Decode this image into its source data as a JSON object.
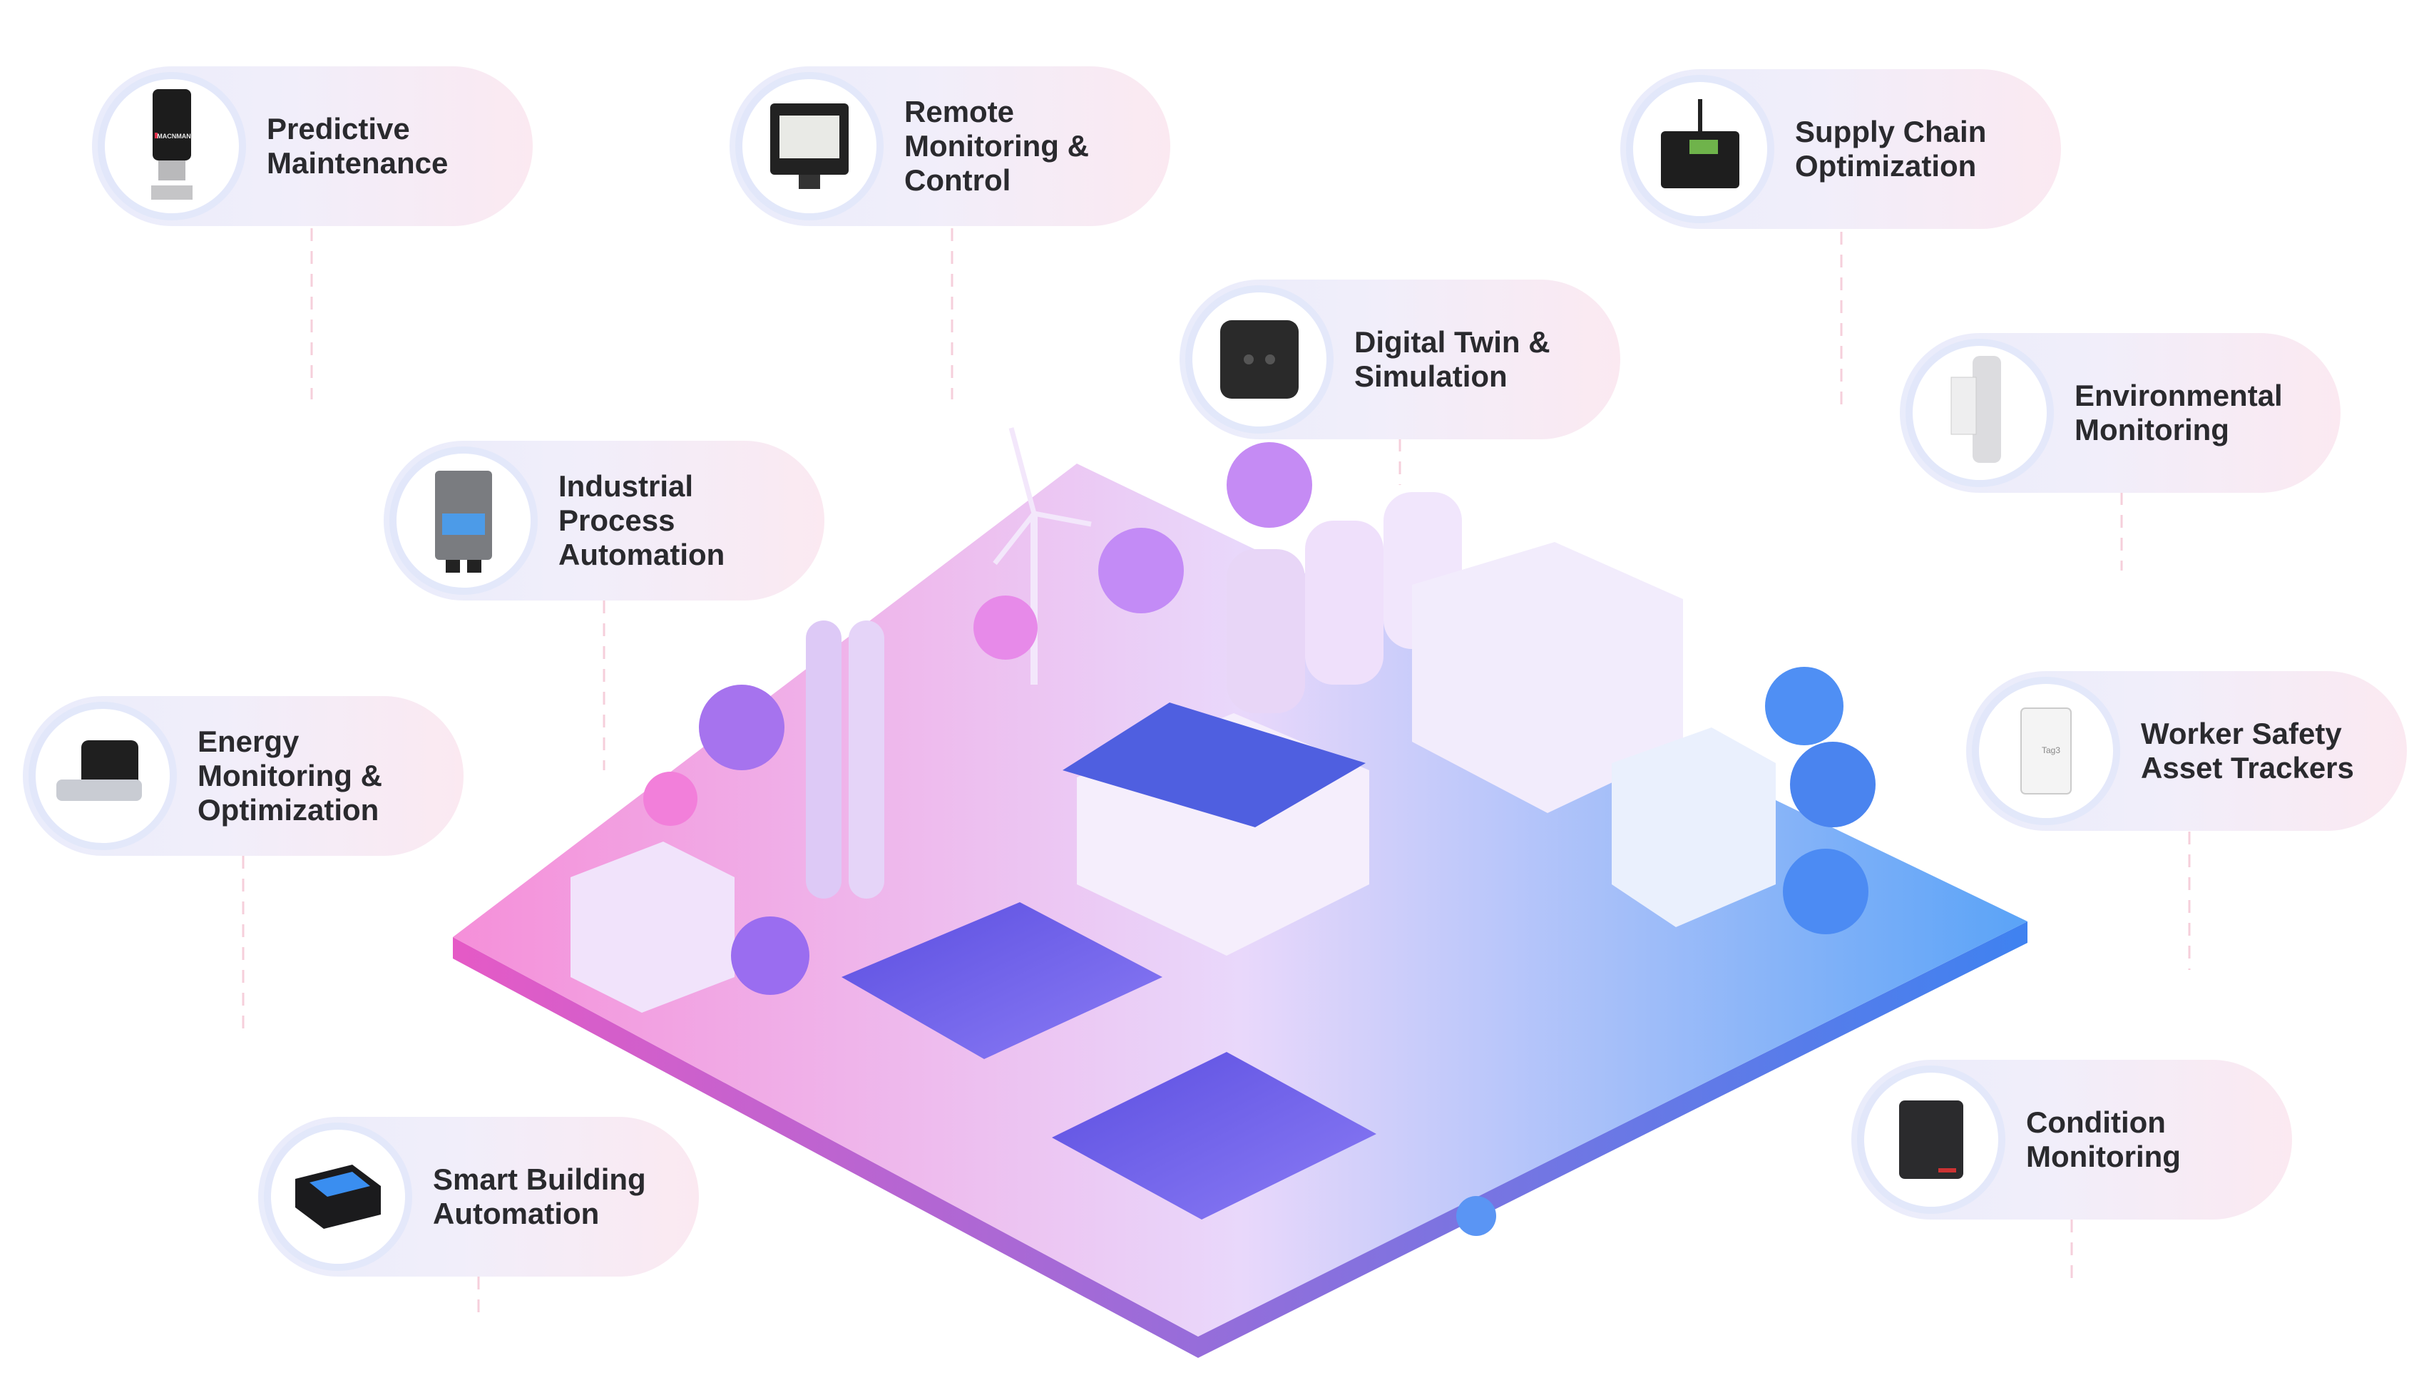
{
  "use_cases": [
    {
      "id": "predictive-maintenance",
      "title": "Predictive Maintenance",
      "icon": "vibration-sensor-icon"
    },
    {
      "id": "remote-monitoring",
      "title": "Remote Monitoring & Control",
      "icon": "display-controller-icon"
    },
    {
      "id": "supply-chain",
      "title": "Supply Chain Optimization",
      "icon": "gateway-antenna-icon"
    },
    {
      "id": "digital-twin",
      "title": "Digital Twin & Simulation",
      "icon": "sensor-box-icon"
    },
    {
      "id": "environmental",
      "title": "Environmental Monitoring",
      "icon": "weather-station-icon"
    },
    {
      "id": "industrial-process",
      "title": "Industrial Process Automation",
      "icon": "io-controller-icon"
    },
    {
      "id": "energy",
      "title": "Energy Monitoring & Optimization",
      "icon": "energy-meter-icon"
    },
    {
      "id": "worker-safety",
      "title": "Worker Safety Asset Trackers",
      "icon": "tag-tracker-icon"
    },
    {
      "id": "smart-building",
      "title": "Smart Building Automation",
      "icon": "building-gateway-icon"
    },
    {
      "id": "condition",
      "title": "Condition Monitoring",
      "icon": "condition-sensor-icon"
    }
  ],
  "device_labels": {
    "brand": "MACNMAN",
    "tag": "Tag3"
  },
  "colors": {
    "pink": "#f06bd0",
    "violet": "#9b6bf2",
    "blue": "#4a8df5",
    "text": "#2a2a2e"
  }
}
